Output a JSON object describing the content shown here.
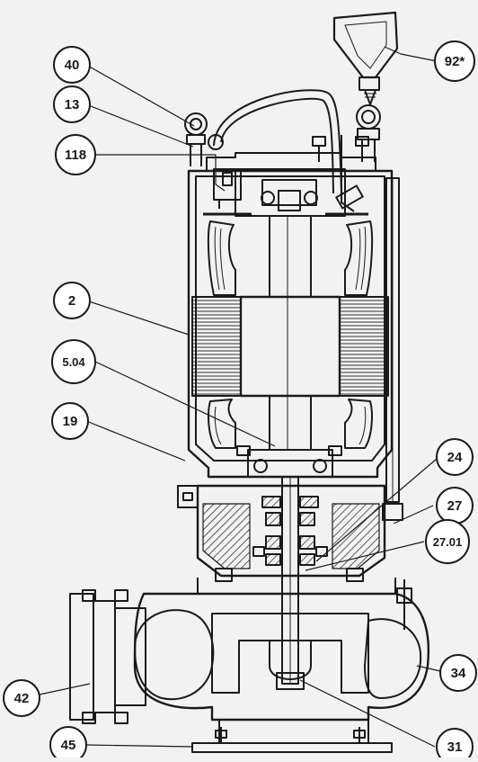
{
  "background": "#f2f2f2",
  "line_color": "#1a1a1a",
  "callouts": [
    {
      "id": "c40",
      "label": "40"
    },
    {
      "id": "c13",
      "label": "13"
    },
    {
      "id": "c118",
      "label": "118"
    },
    {
      "id": "c2",
      "label": "2"
    },
    {
      "id": "c504",
      "label": "5.04"
    },
    {
      "id": "c19",
      "label": "19"
    },
    {
      "id": "c42",
      "label": "42"
    },
    {
      "id": "c45",
      "label": "45"
    },
    {
      "id": "c92",
      "label": "92*"
    },
    {
      "id": "c24",
      "label": "24"
    },
    {
      "id": "c27",
      "label": "27"
    },
    {
      "id": "c2701",
      "label": "27.01"
    },
    {
      "id": "c34",
      "label": "34"
    },
    {
      "id": "c31",
      "label": "31"
    }
  ]
}
